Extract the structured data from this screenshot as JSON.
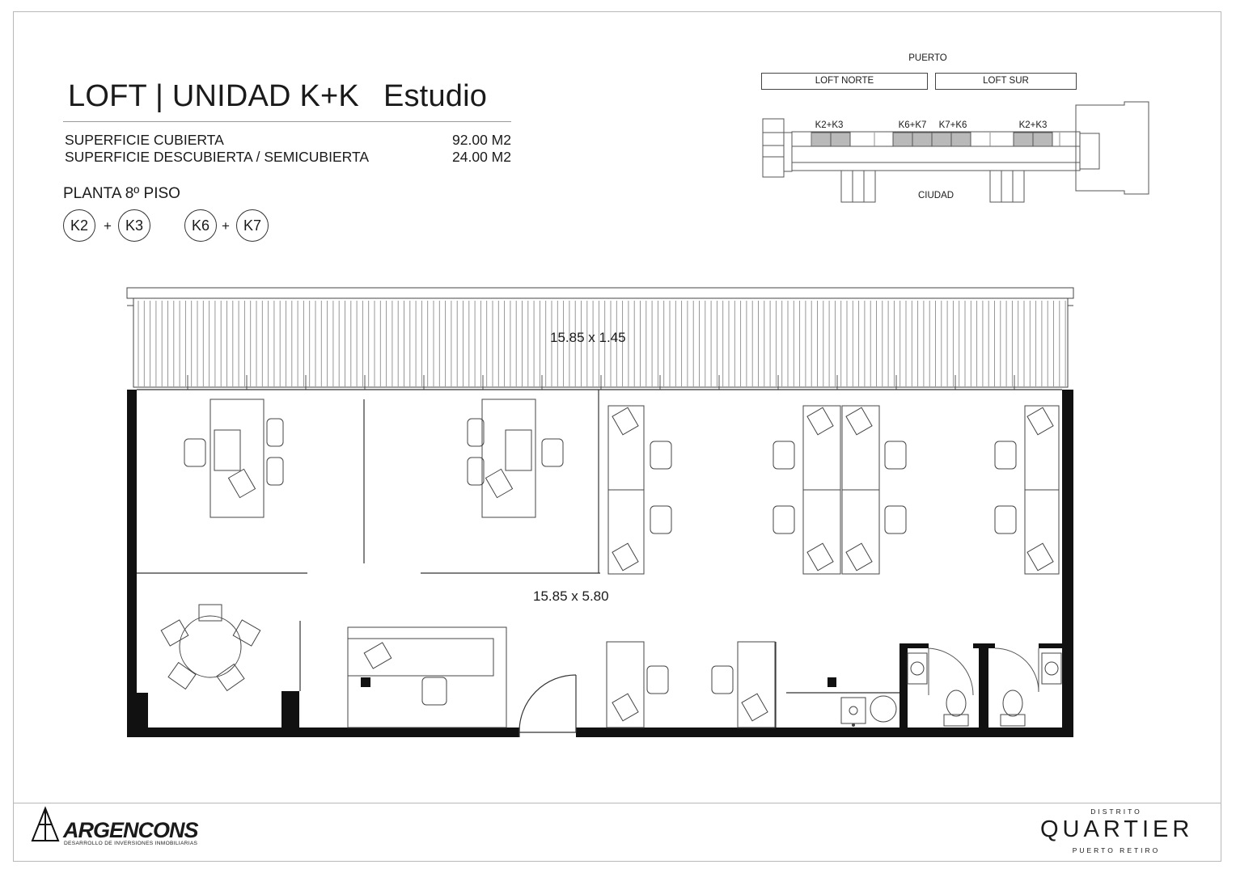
{
  "header": {
    "title_main": "LOFT | UNIDAD K+K",
    "title_variant": "Estudio",
    "areas": [
      {
        "label": "SUPERFICIE CUBIERTA",
        "value": "92.00 M2"
      },
      {
        "label": "SUPERFICIE DESCUBIERTA / SEMICUBIERTA",
        "value": "24.00 M2"
      }
    ],
    "floor_label": "PLANTA 8º PISO",
    "units": [
      "K2",
      "K3",
      "K6",
      "K7"
    ],
    "plus_sign": "+"
  },
  "key_plan": {
    "top_label": "PUERTO",
    "bottom_label": "CIUDAD",
    "wing_labels": [
      "LOFT NORTE",
      "LOFT SUR"
    ],
    "unit_labels": [
      "K2+K3",
      "K6+K7",
      "K7+K6",
      "K2+K3"
    ]
  },
  "plan": {
    "balcony_dimension": "15.85 x 1.45",
    "interior_dimension": "15.85 x 5.80"
  },
  "footer": {
    "developer_name": "ARGENCONS",
    "developer_tagline": "DESARROLLO DE INVERSIONES INMOBILIARIAS",
    "project_prefix": "DISTRITO",
    "project_name": "QUARTIER",
    "project_suffix": "PUERTO RETIRO"
  }
}
